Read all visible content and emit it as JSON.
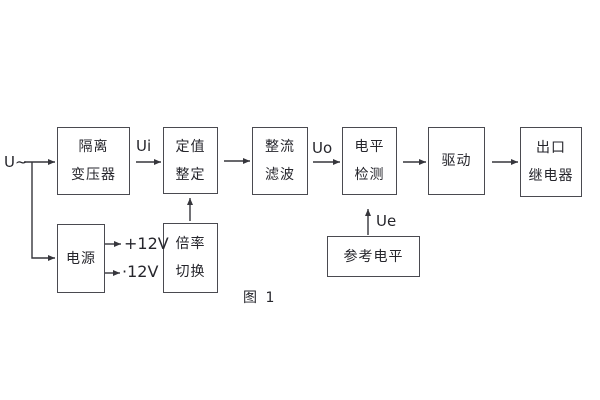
{
  "figure": {
    "caption": "图 1"
  },
  "labels": {
    "input": "U~",
    "ui": "Ui",
    "uo": "Uo",
    "ue": "Ue",
    "plus12v": "+12V",
    "minus12v": "·12V"
  },
  "blocks": {
    "isolation_transformer": "隔离\n变压器",
    "setpoint_setting": "定值\n整定",
    "rectifier_filter": "整流\n滤波",
    "level_detection": "电平\n检测",
    "drive": "驱动",
    "output_relay": "出口\n继电器",
    "power_supply": "电源",
    "ratio_switch": "倍率\n切换",
    "reference_level": "参考电平"
  },
  "colors": {
    "background": "#ffffff",
    "box_border": "#4a4a50",
    "text": "#26262c",
    "line": "#36363c"
  }
}
